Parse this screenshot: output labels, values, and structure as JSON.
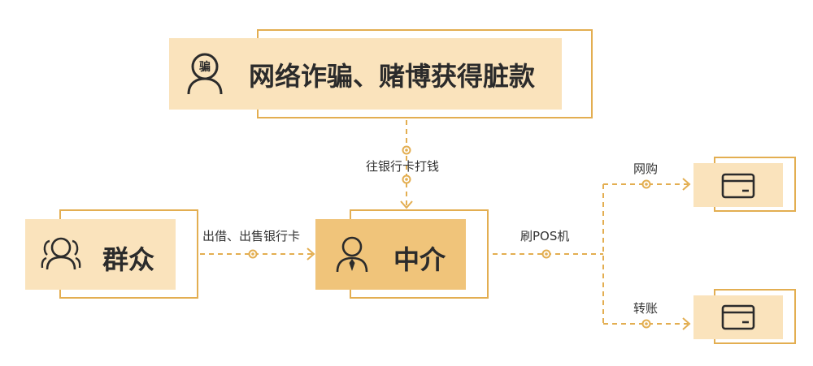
{
  "colors": {
    "accent": "#e3ae51",
    "fill_light": "#fae3bc",
    "fill_dark": "#f0c47a",
    "text": "#2b2b2b"
  },
  "nodes": {
    "fraud": {
      "title": "网络诈骗、赌博获得脏款",
      "badge": "骗",
      "icon": "person-icon"
    },
    "public": {
      "title": "群众",
      "icon": "group-icon"
    },
    "agent": {
      "title": "中介",
      "icon": "person-tie-icon"
    },
    "card_top": {
      "icon": "card-icon"
    },
    "card_bottom": {
      "icon": "card-icon"
    }
  },
  "edges": {
    "fraud_to_agent": "往银行卡打钱",
    "public_to_agent": "出借、出售银行卡",
    "agent_out": "刷POS机",
    "online_shopping": "网购",
    "transfer": "转账"
  }
}
